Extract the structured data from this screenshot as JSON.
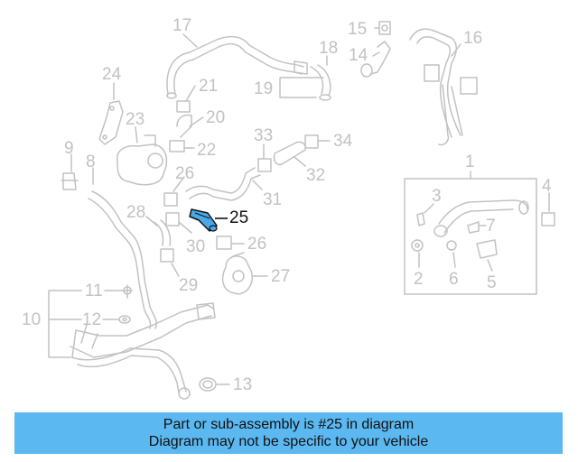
{
  "callouts": {
    "p1": "1",
    "p2": "2",
    "p3": "3",
    "p4": "4",
    "p5": "5",
    "p6": "6",
    "p7": "7",
    "p8": "8",
    "p9": "9",
    "p10": "10",
    "p11": "11",
    "p12": "12",
    "p13": "13",
    "p14": "14",
    "p15": "15",
    "p16": "16",
    "p17": "17",
    "p18": "18",
    "p19": "19",
    "p20": "20",
    "p21": "21",
    "p22": "22",
    "p23": "23",
    "p24": "24",
    "p25": "25",
    "p26a": "26",
    "p26b": "26",
    "p27": "27",
    "p28": "28",
    "p29": "29",
    "p30": "30",
    "p31": "31",
    "p32": "32",
    "p33": "33",
    "p34": "34"
  },
  "highlighted_part": "25",
  "banner": {
    "line1": "Part or sub-assembly is #25 in diagram",
    "line2": "Diagram may not be specific to your vehicle"
  },
  "colors": {
    "line_art": "#c2c2c2",
    "highlight_fill": "#4aa8e8",
    "banner_bg": "#5bb8f0"
  }
}
